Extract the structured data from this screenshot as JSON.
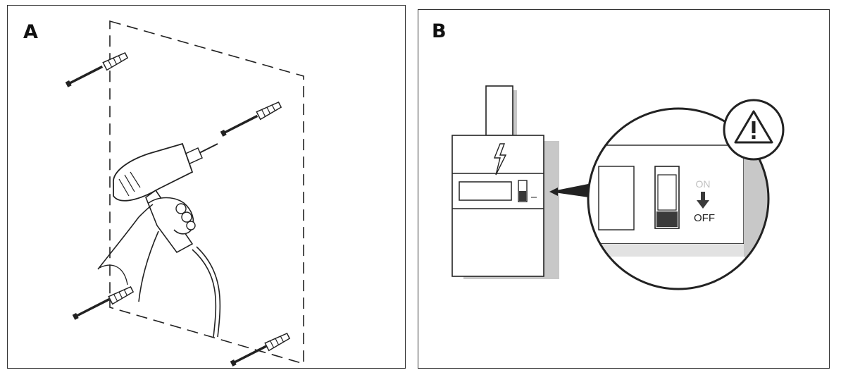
{
  "panel_a": {
    "letter": "A"
  },
  "panel_b": {
    "letter": "B",
    "switch_on_label": "ON",
    "switch_off_label": "OFF"
  },
  "colors": {
    "line": "#222222",
    "shadow": "#c8c8c8",
    "switch_fill": "#3a3a3a",
    "on_label": "#c0c0c0"
  },
  "icons": [
    "screw-icon",
    "wall-plug-icon",
    "drill-icon",
    "hand-icon",
    "lightning-icon",
    "warning-icon",
    "arrow-icon"
  ]
}
